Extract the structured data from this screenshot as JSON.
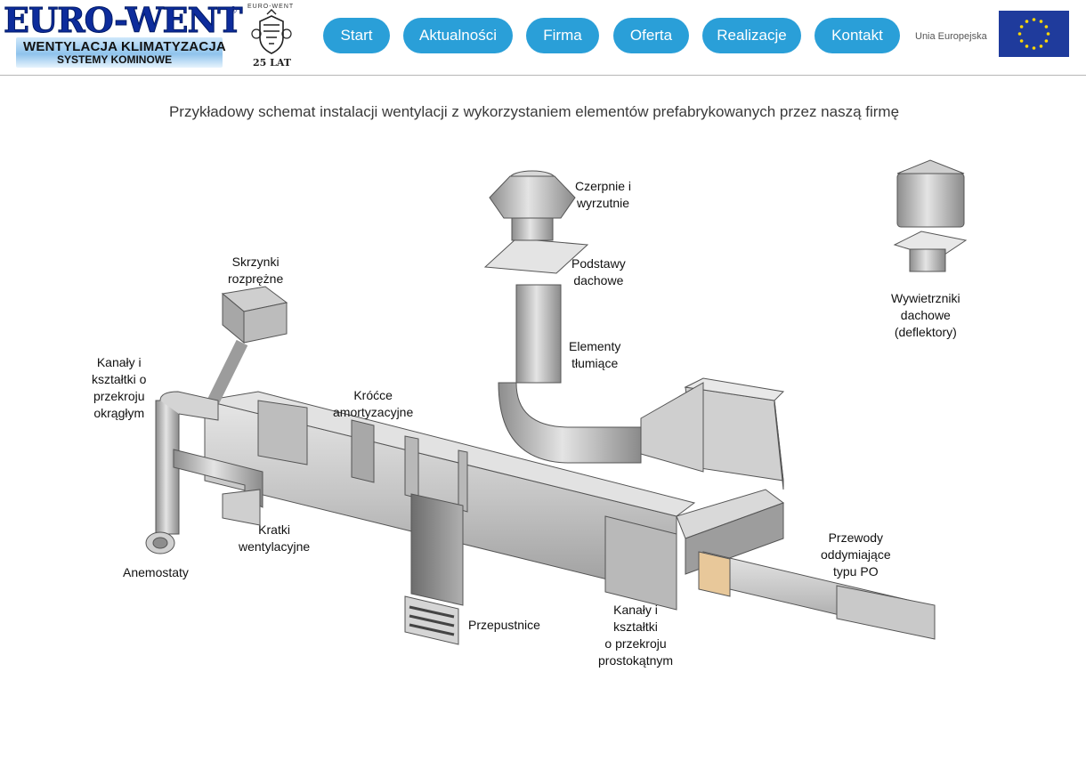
{
  "header": {
    "logo": {
      "brand": "EURO-WENT",
      "registered": "®",
      "line1": "WENTYLACJA KLIMATYZACJA",
      "line2": "SYSTEMY KOMINOWE"
    },
    "anniversary_badge": {
      "arc_text": "EURO-WENT",
      "years": "25 LAT"
    },
    "nav": [
      {
        "label": "Start"
      },
      {
        "label": "Aktualności"
      },
      {
        "label": "Firma"
      },
      {
        "label": "Oferta"
      },
      {
        "label": "Realizacje"
      },
      {
        "label": "Kontakt"
      }
    ],
    "eu_label": "Unia Europejska"
  },
  "colors": {
    "nav_button": "#2a9fd8",
    "logo_blue": "#0d2c9c",
    "eu_flag": "#1f3b9c",
    "eu_stars": "#ffd800"
  },
  "main": {
    "title": "Przykładowy schemat instalacji wentylacji z wykorzystaniem elementów prefabrykowanych przez naszą firmę",
    "diagram_labels": {
      "czerpnie": [
        "Czerpnie i",
        "wyrzutnie"
      ],
      "podstawy": [
        "Podstawy",
        "dachowe"
      ],
      "wywietrzniki": [
        "Wywietrzniki",
        "dachowe",
        "(deflektory)"
      ],
      "skrzynki": [
        "Skrzynki",
        "rozprężne"
      ],
      "elementy": [
        "Elementy",
        "tłumiące"
      ],
      "kanaly_okragle": [
        "Kanały i",
        "kształtki o",
        "przekroju",
        "okrągłym"
      ],
      "krocce": [
        "Króćce",
        "amortyzacyjne"
      ],
      "kratki": [
        "Kratki",
        "wentylacyjne"
      ],
      "anemostaty": [
        "Anemostaty"
      ],
      "przewody": [
        "Przewody",
        "oddymiające",
        "typu PO"
      ],
      "przepustnice": [
        "Przepustnice"
      ],
      "kanaly_prostokatne": [
        "Kanały i",
        "kształtki",
        "o przekroju",
        "prostokątnym"
      ]
    }
  }
}
